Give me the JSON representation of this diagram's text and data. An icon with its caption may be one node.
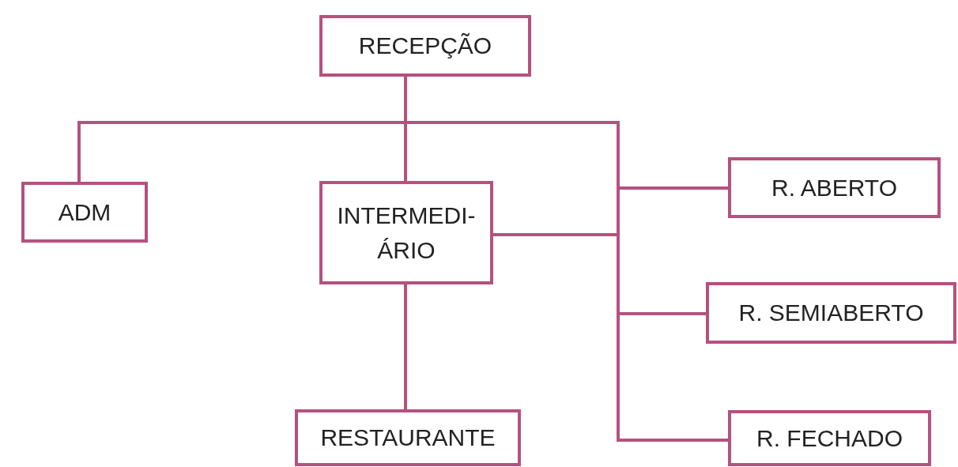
{
  "diagram": {
    "nodes": [
      {
        "text": [
          "RECEPÇÃO"
        ]
      },
      {
        "text": [
          "ADM"
        ]
      },
      {
        "text": [
          "INTERMEDI- ÁRIO"
        ]
      },
      {
        "text": [
          "R. ABERTO"
        ]
      },
      {
        "text": [
          "R. SEMIABERTO"
        ]
      },
      {
        "text": [
          "RESTAURANTE"
        ]
      },
      {
        "text": [
          "R. FECHADO"
        ]
      }
    ],
    "edges": [
      {
        "from": 0,
        "to": 1,
        "arrow": "none"
      },
      {
        "from": 0,
        "to": 2,
        "arrow": "none"
      },
      {
        "from": 0,
        "to": 3,
        "arrow": "none"
      },
      {
        "from": 0,
        "to": 4,
        "arrow": "none"
      },
      {
        "from": 0,
        "to": 6,
        "arrow": "none"
      },
      {
        "from": 2,
        "to": 3,
        "arrow": "none"
      },
      {
        "from": 2,
        "to": 4,
        "arrow": "none"
      },
      {
        "from": 2,
        "to": 6,
        "arrow": "none"
      },
      {
        "from": 2,
        "to": 5,
        "arrow": "none"
      }
    ]
  }
}
